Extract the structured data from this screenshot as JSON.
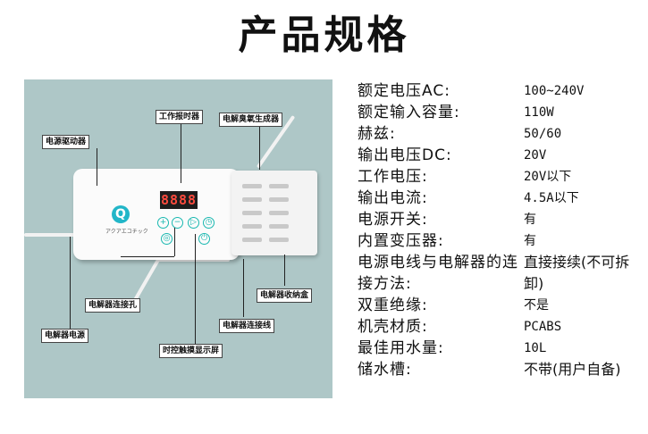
{
  "title": "产品规格",
  "photo_labels": {
    "power_driver": "电源驱动器",
    "work_timer": "工作报时器",
    "electrolyzer_ozone": "电解臭氧生成器",
    "electrolyzer_port": "电解器连接孔",
    "electrolyzer_power": "电解器电源",
    "electrolyzer_box": "电解器收纳盒",
    "electrolyzer_cable": "电解器连接线",
    "touch_display": "时控触摸显示屏"
  },
  "device": {
    "display": "8888",
    "brand_logo": "Q",
    "brand_text": "アクアエコチック"
  },
  "specs": [
    {
      "key": "额定电压AC:",
      "value": "100~240V"
    },
    {
      "key": "额定输入容量:",
      "value": "110W"
    },
    {
      "key": "赫兹:",
      "value": "50/60"
    },
    {
      "key": "输出电压DC:",
      "value": "20V"
    },
    {
      "key": "工作电压:",
      "value": "20V以下"
    },
    {
      "key": "输出电流:",
      "value": "4.5A以下"
    },
    {
      "key": "电源开关:",
      "value": "有"
    },
    {
      "key": "内置变压器:",
      "value": "有"
    },
    {
      "key": "电源电线与电解器的连接方法:",
      "value": "直接接续(不可拆卸)"
    },
    {
      "key": "双重绝缘:",
      "value": "不是"
    },
    {
      "key": "机壳材质:",
      "value": "PCABS"
    },
    {
      "key": "最佳用水量:",
      "value": "10L"
    },
    {
      "key": "储水槽:",
      "value": "不带(用户自备)"
    }
  ]
}
